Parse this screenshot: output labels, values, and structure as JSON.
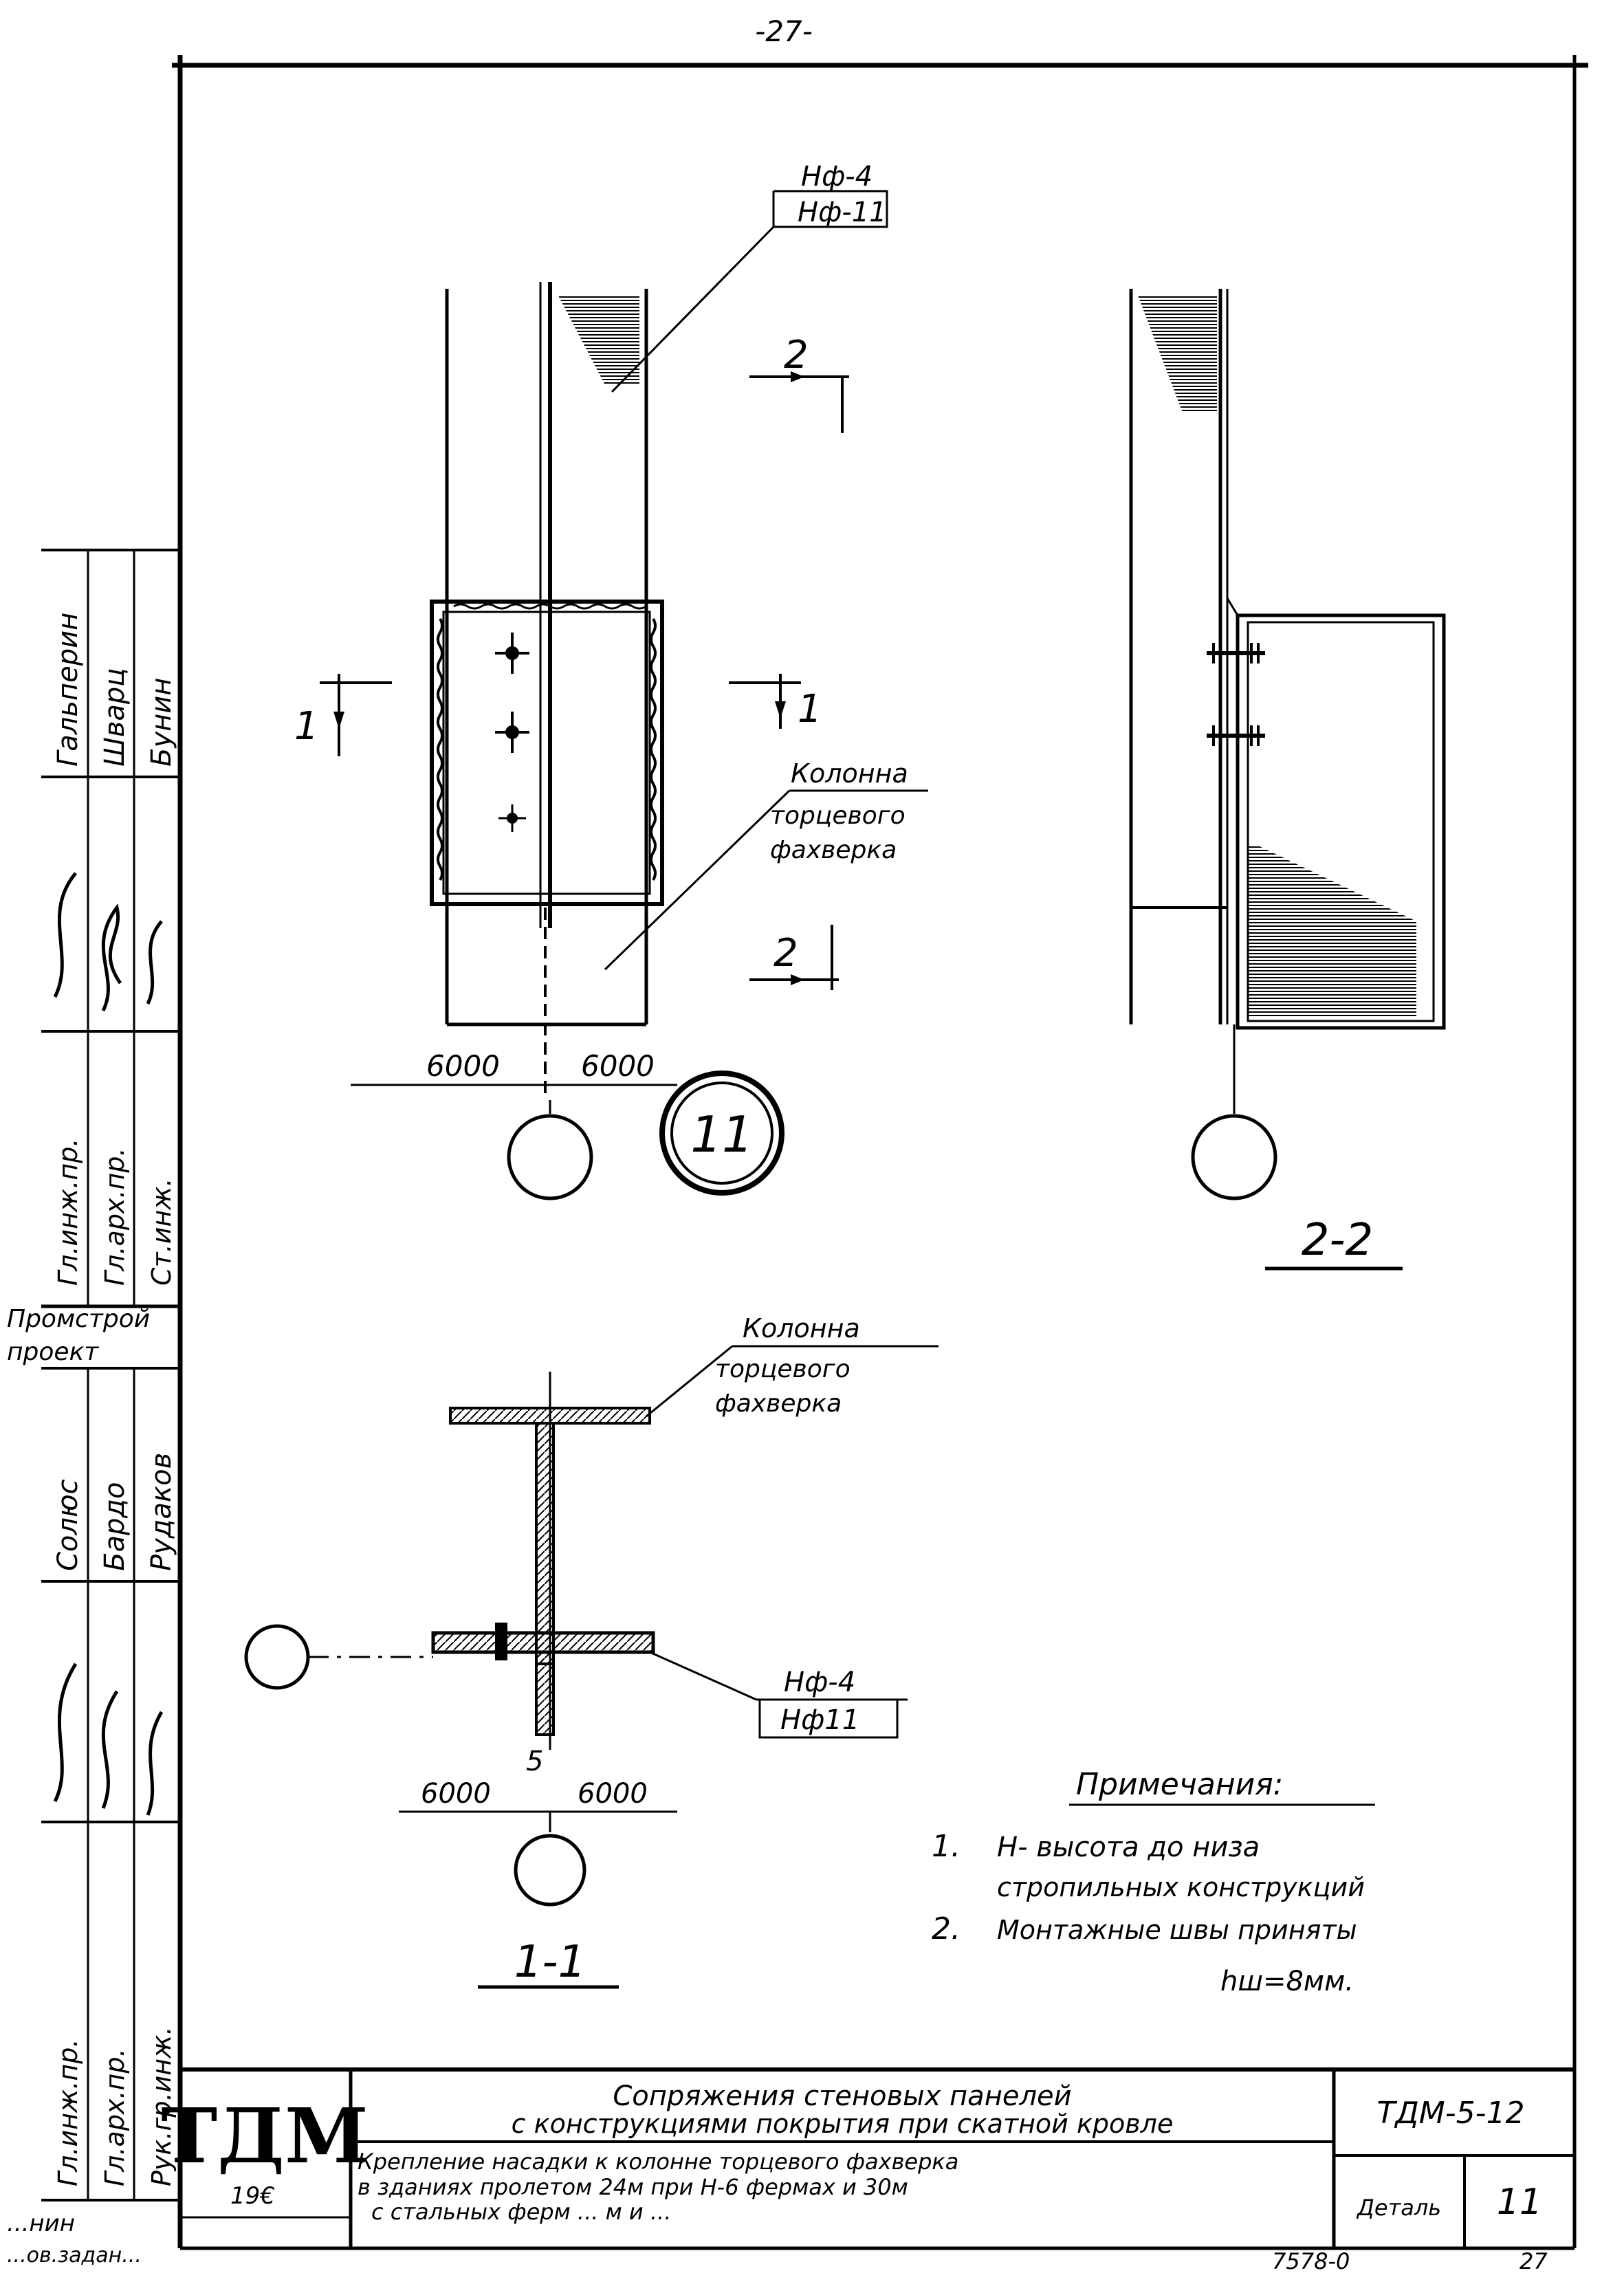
{
  "page_number": "-27-",
  "main_view": {
    "leader_label_top": "Нф-4",
    "leader_label_bottom": "Нф-11",
    "section_2_top": "2",
    "section_2_bottom": "2",
    "section_1_left": "1",
    "section_1_right": "1",
    "column_label": [
      "Колонна",
      "торцевого",
      "фахверка"
    ],
    "dim_left": "6000",
    "dim_right": "6000",
    "detail_circle_number": "11"
  },
  "view_2_2": {
    "title": "2-2"
  },
  "view_1_1": {
    "title": "1-1",
    "column_label": [
      "Колонна",
      "торцевого",
      "фахверка"
    ],
    "leader_label_top": "Нф-4",
    "leader_label_bottom": "Нф11",
    "dim_left": "6000",
    "dim_right": "6000",
    "dim_mid": "5"
  },
  "notes": {
    "heading": "Примечания:",
    "items": [
      {
        "number": "1.",
        "lines": [
          "Н- высота до низа",
          "стропильных конструкций"
        ]
      },
      {
        "number": "2.",
        "lines": [
          "Монтажные швы приняты",
          "hш=8мм."
        ]
      }
    ]
  },
  "title_block": {
    "logo": "ТДМ",
    "logo_sub": "19€",
    "title_line1": "Сопряжения стеновых панелей",
    "title_line2": "с конструкциями покрытия при скатной кровле",
    "desc_line1": "Крепление насадки к колонне торцевого фахверка",
    "desc_line2": "в зданиях пролетом 24м при Н-6 фермах и 30м",
    "desc_line3": "с стальных ферм ... м и ...",
    "series_code": "ТДМ-5-12",
    "detail_label": "Деталь",
    "detail_number": "11",
    "bottom_number": "7578-0",
    "bottom_page": "27"
  },
  "side_stamp_upper": {
    "roles": [
      "Гл.инж.пр.",
      "Гл.арх.пр.",
      "Ст.инж."
    ],
    "names": [
      "Гальперин",
      "Шварц",
      "Бунин"
    ]
  },
  "org": {
    "line1": "Промстрой",
    "line2": "проект"
  },
  "side_stamp_lower": {
    "roles": [
      "Гл.инж.пр.",
      "Гл.арх.пр.",
      "Рук.гр.инж."
    ],
    "names": [
      "Солюс",
      "Бардо",
      "Рудаков"
    ]
  },
  "side_bottom": {
    "line1": "...нин",
    "line2": "...ов.задан..."
  }
}
